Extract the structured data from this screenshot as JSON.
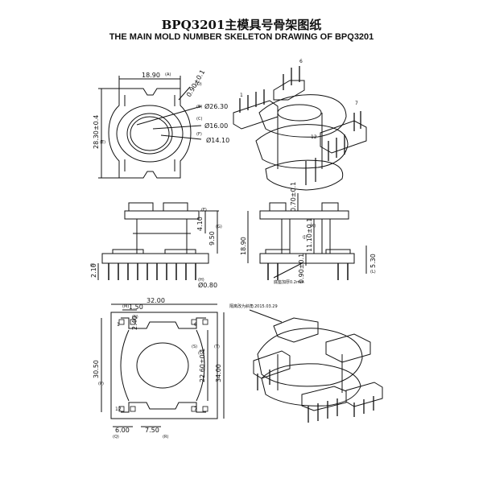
{
  "title_cn": "BPQ3201主模具号骨架图纸",
  "title_en": "THE MAIN MOLD NUMBER SKELETON DRAWING OF BPQ3201",
  "top_view": {
    "dim_width": "18.90",
    "dim_width_ref": "(A)",
    "dim_height": "28.30±0.4",
    "dim_height_ref": "(E)",
    "dim_thick": "0.90±0.1",
    "dim_thick_ref": "(D)",
    "dim_outer": "Ø26.30",
    "dim_outer_ref": "(B)",
    "dim_mid": "Ø16.00",
    "dim_mid_ref": "(C)",
    "dim_inner": "Ø14.10",
    "dim_inner_ref": "(F)"
  },
  "iso_top": {
    "pin1": "1",
    "pin6": "6",
    "pin7": "7",
    "pin12": "12"
  },
  "side_left": {
    "dim_410": "4.10",
    "dim_950": "9.50",
    "dim_210": "2.10",
    "dim_pin": "Ø0.80",
    "ref_f": "(F)",
    "ref_g": "(G)",
    "ref_i": "(I)",
    "ref_h": "(H)"
  },
  "side_right": {
    "dim_070": "0.70±0.1",
    "dim_1890": "18.90",
    "dim_1110": "11.10±0.1",
    "dim_090": "0.90±0.1",
    "dim_530": "5.30",
    "ref_j": "(J)",
    "ref_k": "(K)",
    "ref_l": "(L)",
    "note": "底座加厚0.2mm"
  },
  "bottom_view": {
    "dim_3200": "32.00",
    "dim_150": "1.50",
    "dim_240": "2.40",
    "dim_3050": "30.50",
    "dim_2260": "22.60±0.1",
    "dim_3400": "34.00",
    "dim_600": "6.00",
    "dim_750": "7.50",
    "pin1": "1",
    "pin6": "6",
    "pin7": "7",
    "pin12": "12",
    "ref_m": "(M)",
    "ref_n": "(N)",
    "ref_o": "(O)",
    "ref_p": "(P)",
    "ref_q": "(Q)",
    "ref_r": "(R)",
    "ref_s": "(S)",
    "ref_t": "(T)"
  },
  "iso_bottom": {
    "note": "隔离改为斜角",
    "date": "2015.03.29"
  }
}
